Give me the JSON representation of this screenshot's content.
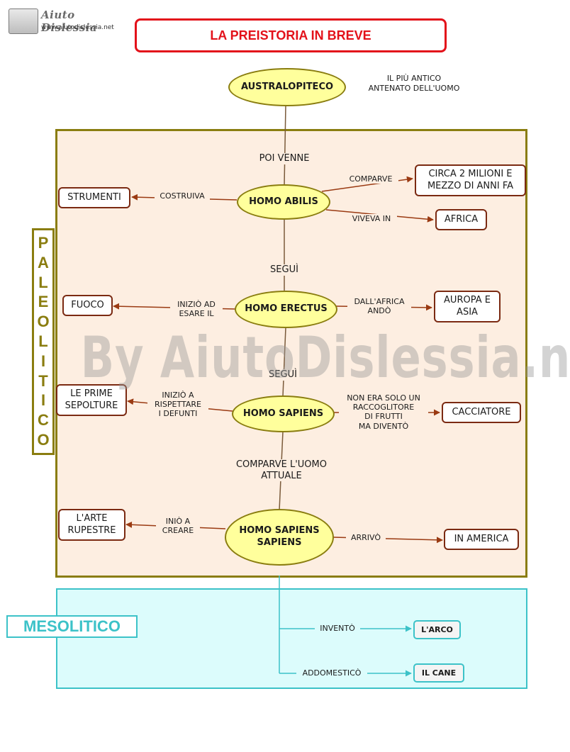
{
  "logo": {
    "title": "Aiuto Dislessia",
    "url": "www.aiutodislessia.net"
  },
  "title": "LA PREISTORIA IN BREVE",
  "watermark": "By AiutoDislessia.net",
  "periods": {
    "paleolitico": [
      "P",
      "A",
      "L",
      "E",
      "O",
      "L",
      "I",
      "T",
      "I",
      "C",
      "O"
    ],
    "mesolitico": "MESOLITICO"
  },
  "nodes": {
    "australopiteco": "AUSTRALOPITECO",
    "australopiteco_note": "IL PIÙ ANTICO\nANTENATO DELL'UOMO",
    "homo_abilis": "HOMO ABILIS",
    "homo_erectus": "HOMO ERECTUS",
    "homo_sapiens": "HOMO SAPIENS",
    "homo_sapiens_sapiens": "HOMO SAPIENS\nSAPIENS"
  },
  "links": {
    "poi_venne": "POI VENNE",
    "segui_1": "SEGUÌ",
    "segui_2": "SEGUÌ",
    "comparve_uomo": "COMPARVE L'UOMO\nATTUALE",
    "costruiva": "COSTRUIVA",
    "comparve": "COMPARVE",
    "viveva_in": "VIVEVA IN",
    "inizio_ad": "INIZIÒ AD\nESARE IL",
    "dallafrica": "DALL'AFRICA\nANDÒ",
    "inizio_a": "INIZIÒ A\nRISPETTARE\nI DEFUNTI",
    "non_era": "NON ERA SOLO UN\nRACCOGLITORE\nDI FRUTTI\nMA DIVENTÒ",
    "inio_a": "INIÒ A\nCREARE",
    "arrivo": "ARRIVÒ",
    "invento": "INVENTÒ",
    "addomestico": "ADDOMESTICÒ"
  },
  "boxes": {
    "strumenti": "STRUMENTI",
    "circa": "CIRCA 2 MILIONI E\nMEZZO DI ANNI FA",
    "africa": "AFRICA",
    "fuoco": "FUOCO",
    "europa": "AUROPA E\nASIA",
    "sepolture": "LE PRIME\nSEPOLTURE",
    "cacciatore": "CACCIATORE",
    "arte": "L'ARTE\nRUPESTRE",
    "america": "IN AMERICA",
    "arco": "L'ARCO",
    "cane": "IL CANE"
  },
  "colors": {
    "title_red": "#e3111a",
    "paleo_olive": "#8a7d10",
    "meso_teal": "#3cc2c8",
    "arrow_brown": "#9a3a12",
    "ellipse_fill": "#ffff9c",
    "paleo_bg": "#fdeee1",
    "meso_bg": "#dcfcfc"
  }
}
